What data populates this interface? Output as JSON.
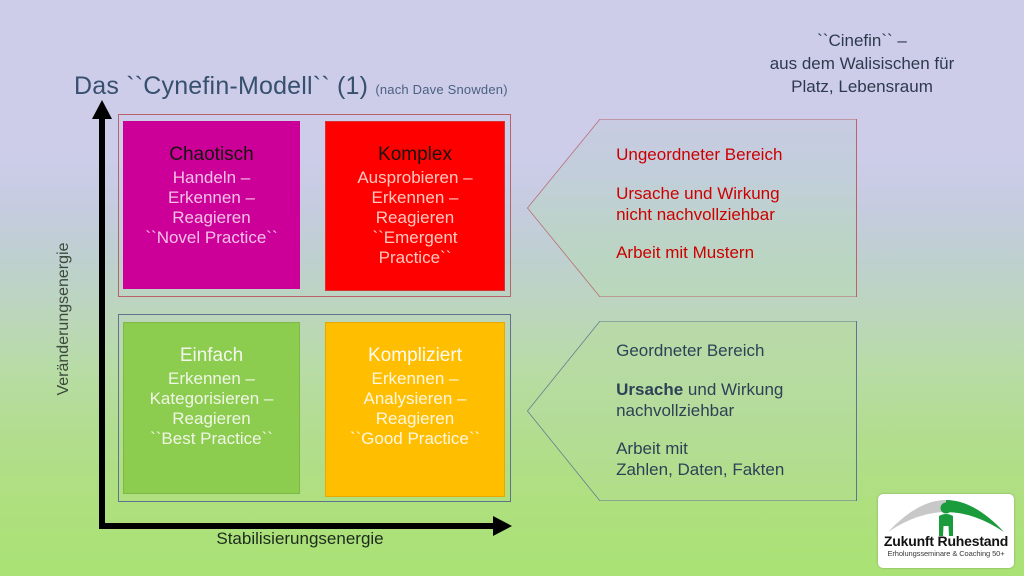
{
  "title": {
    "main": "Das ``Cynefin-Modell`` ",
    "number": "(1)",
    "source": "(nach Dave Snowden)"
  },
  "cinefin_note": {
    "line1": "``Cinefin`` –",
    "line2": "aus dem Walisischen für",
    "line3": "Platz, Lebensraum"
  },
  "axes": {
    "y_label": "Veränderungsenergie",
    "x_label": "Stabilisierungsenergie"
  },
  "quadrants": [
    {
      "id": "chaotisch",
      "title": "Chaotisch",
      "lines": [
        "Handeln –",
        "Erkennen –",
        "Reagieren",
        "``Novel Practice``"
      ],
      "color": "#cc0099"
    },
    {
      "id": "komplex",
      "title": "Komplex",
      "lines": [
        "Ausprobieren –",
        "Erkennen –",
        "Reagieren",
        "``Emergent",
        "Practice``"
      ],
      "color": "#ff0000"
    },
    {
      "id": "einfach",
      "title": "Einfach",
      "lines": [
        "Erkennen –",
        "Kategorisieren –",
        "Reagieren",
        "``Best Practice``"
      ],
      "color": "#8ccc4f"
    },
    {
      "id": "kompliziert",
      "title": "Kompliziert",
      "lines": [
        "Erkennen –",
        "Analysieren –",
        "Reagieren",
        "``Good Practice``"
      ],
      "color": "#ffbf00"
    }
  ],
  "callouts": {
    "ungeordnet": {
      "heading": "Ungeordneter Bereich",
      "para2_line1": "Ursache und Wirkung",
      "para2_line2": "nicht nachvollziehbar",
      "para3": "Arbeit mit Mustern",
      "color": "#cc0000",
      "border_color": "#b9626b"
    },
    "geordnet": {
      "heading": "Geordneter Bereich",
      "para2_bold": "Ursache",
      "para2_rest": " und Wirkung",
      "para2_line2": "nachvollziehbar",
      "para3_line1": "Arbeit mit",
      "para3_line2": "Zahlen, Daten, Fakten",
      "color": "#2e4257",
      "border_color": "#5d7390"
    }
  },
  "logo": {
    "name": "Zukunft Ruhestand",
    "tagline": "Erholungsseminare & Coaching 50+",
    "accent": "#1a9c3c"
  }
}
